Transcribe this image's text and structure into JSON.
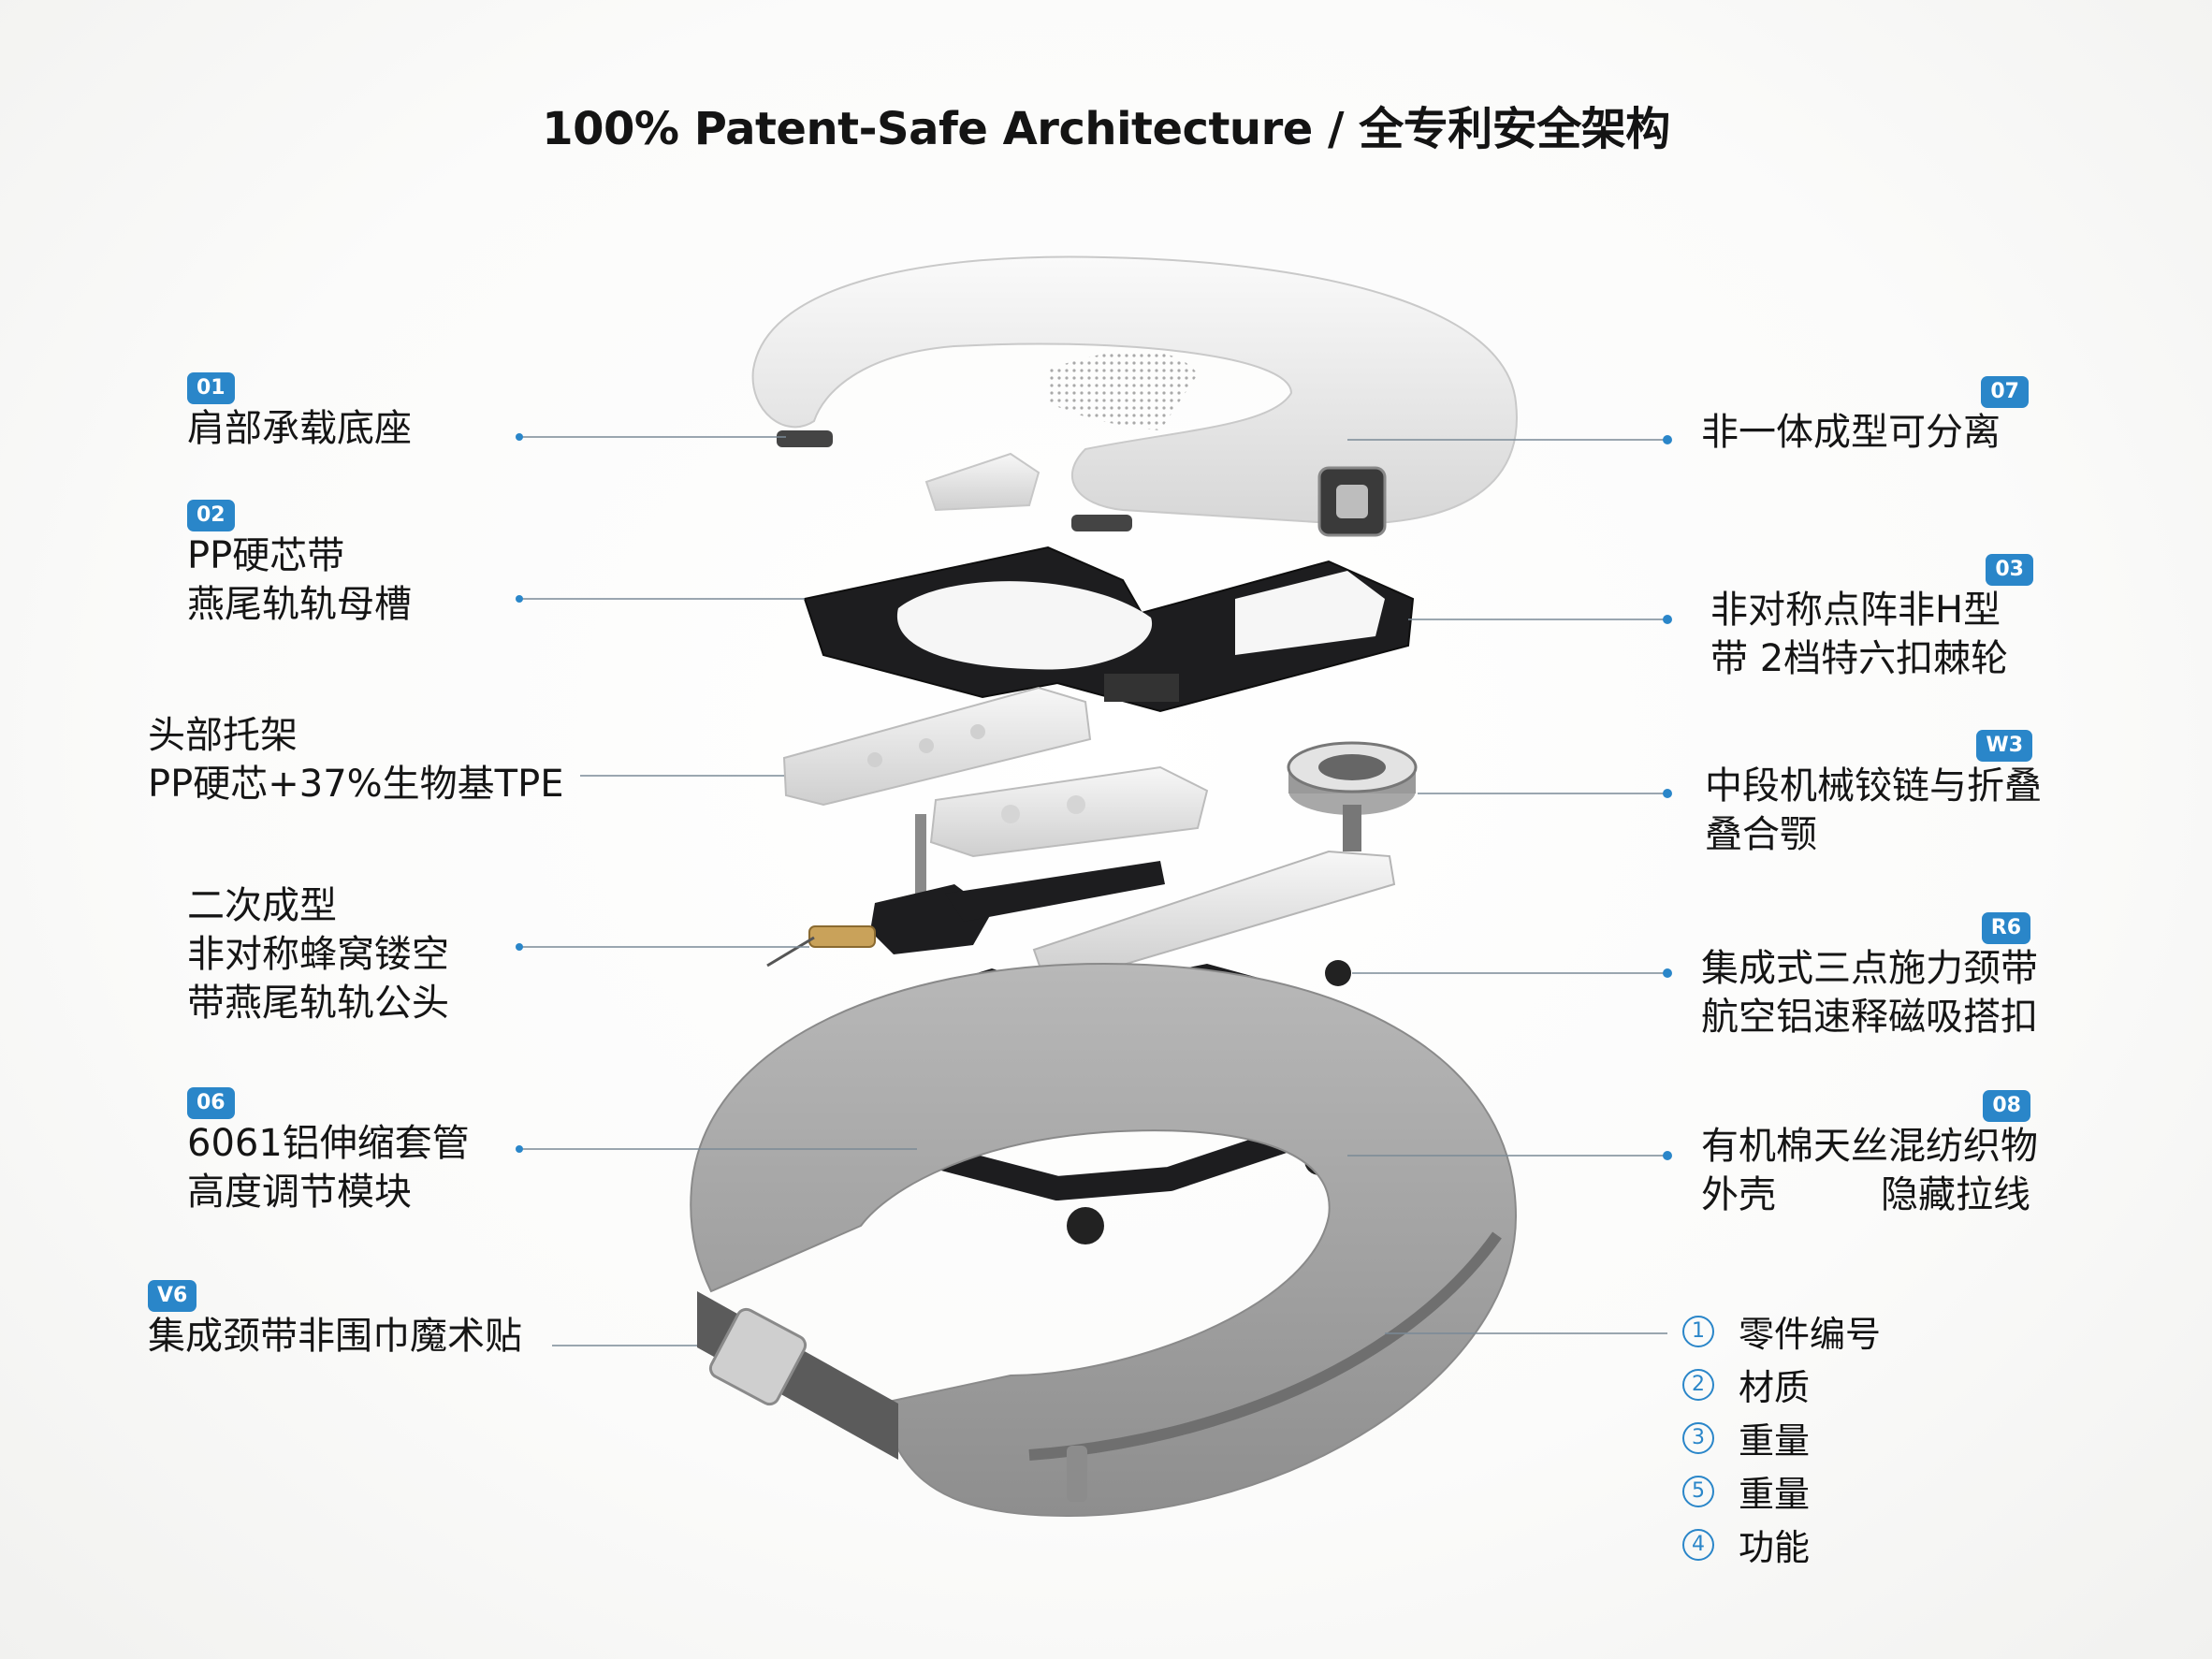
{
  "title": "100% Patent-Safe Architecture / 全专利安全架构",
  "left_callouts": [
    {
      "badge": "01",
      "lines": [
        "肩部承载底座"
      ]
    },
    {
      "badge": "02",
      "lines": [
        "PP硬芯带",
        "燕尾轨轨母槽"
      ]
    },
    {
      "badge": "",
      "lines": [
        "头部托架",
        "PP硬芯+37%生物基TPE"
      ]
    },
    {
      "badge": "",
      "lines": [
        "二次成型",
        "非对称蜂窝镂空",
        "带燕尾轨轨公头"
      ]
    },
    {
      "badge": "06",
      "lines": [
        "6061铝伸缩套管",
        "高度调节模块"
      ]
    },
    {
      "badge": "V6",
      "lines": [
        "集成颈带非围巾魔术贴"
      ]
    }
  ],
  "right_callouts": [
    {
      "badge": "07",
      "lines": [
        "非一体成型可分离"
      ]
    },
    {
      "badge": "03",
      "lines": [
        "非对称点阵非H型",
        "带 2档特六扣棘轮"
      ]
    },
    {
      "badge": "W3",
      "lines": [
        "中段机械铰链与折叠",
        "叠合颚"
      ]
    },
    {
      "badge": "R6",
      "lines": [
        "集成式三点施力颈带",
        "航空铝速释磁吸搭扣"
      ]
    },
    {
      "badge": "08",
      "lines": [
        "有机棉天丝混纺织物",
        "外壳",
        "隐藏拉线"
      ]
    }
  ],
  "legend": [
    {
      "num": "1",
      "text": "零件编号"
    },
    {
      "num": "2",
      "text": "材质"
    },
    {
      "num": "3",
      "text": "重量"
    },
    {
      "num": "5",
      "text": "重量"
    },
    {
      "num": "4",
      "text": "功能"
    }
  ],
  "colors": {
    "accent": "#2a86c9",
    "frame": "#1c1c1e",
    "fabric": "#9c9c9c",
    "shell": "#ececec"
  }
}
